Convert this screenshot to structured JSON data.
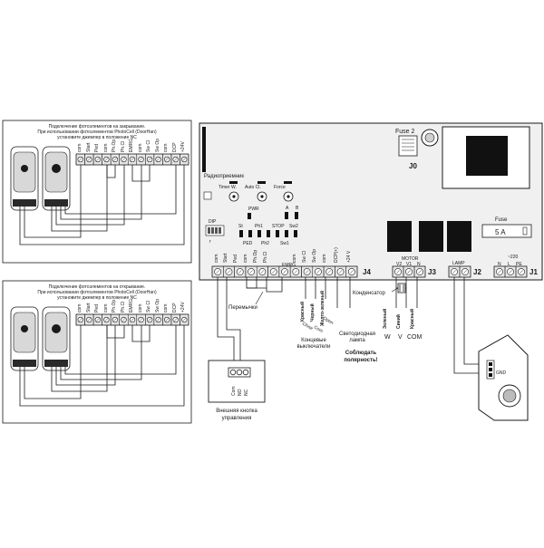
{
  "panel_closing": {
    "caption": [
      "Подключение фотоэлементов на закрывание.",
      "При использовании фотоэлементов PhotoCell (DoorHan)",
      "установите джемпер в положение NC"
    ],
    "terminals": [
      "com",
      "Start",
      "Ped",
      "com",
      "Ph.Op",
      "Ph.Cl",
      "EMRG",
      "com",
      "Sw Cl",
      "Sw Op",
      "com",
      "DCP",
      "+24V"
    ]
  },
  "panel_opening": {
    "caption": [
      "Подключение фотоэлементов на открывание.",
      "При использовании фотоэлементов PhotoCell (DoorHan)",
      "установите джемпер в положение NC"
    ],
    "terminals": [
      "com",
      "Start",
      "Ped",
      "com",
      "Ph.Op",
      "Ph.Cl",
      "EMRG",
      "com",
      "Sw Cl",
      "Sw Op",
      "com",
      "DCP",
      "+24V"
    ]
  },
  "board": {
    "fuse2_label": "Fuse 2",
    "j0_label": "J0",
    "radio_label": "Радиоприемник",
    "knobs": [
      "Timer W.",
      "Auto Cl.",
      "Force"
    ],
    "pwr_label": "PWR",
    "ab_labels": [
      "A",
      "B"
    ],
    "dip_label": "DIP",
    "dip_sub": "r",
    "led_top": [
      "St",
      "Ph1",
      "STOP",
      "Sw2"
    ],
    "led_bottom": [
      "PED",
      "Ph2",
      "Sw1"
    ],
    "fuse_label": "Fuse",
    "fuse_value": "5 A",
    "j4_terminals": [
      "com",
      "Start",
      "Ped",
      "com",
      "Ph.Op",
      "Ph.Cl",
      "EMRG",
      "com",
      "Sw Cl",
      "Sw Op",
      "com",
      "DCP(+)",
      "+24 V"
    ],
    "j4_label": "J4",
    "motor_label": "MOTOR",
    "j3_terminals": [
      "V2",
      "V1",
      "N"
    ],
    "j3_label": "J3",
    "lamp_label": "LAMP",
    "j2_label": "J2",
    "supply_label": "~220",
    "j1_terminals": [
      "N",
      "L",
      "PE"
    ],
    "j1_label": "J1"
  },
  "annotations": {
    "jumpers": "Перемычки",
    "capacitor": "Конденсатор",
    "wire_colors_switch": [
      "Красный",
      "Черный",
      "Желто-зеленый"
    ],
    "limit_wires": [
      "Close",
      "Com",
      "Open"
    ],
    "limit_switches": [
      "Концевые",
      "выключатели"
    ],
    "lamp_note": [
      "Светодиодная",
      "лампа"
    ],
    "polarity": [
      "Соблюдать",
      "полярность!"
    ],
    "motor_wire_colors": [
      "Зеленый",
      "Синий",
      "Красный"
    ],
    "motor_wire_letters": [
      "W",
      "V",
      "COM"
    ],
    "button_terminals": [
      "Com",
      "NO",
      "NC"
    ],
    "button_caption": [
      "Внешняя кнопка",
      "управления"
    ],
    "gnd_label": "GND"
  },
  "colors": {
    "line": "#1a1a1a",
    "board": "#f0f0f0",
    "dark": "#111111",
    "terminal": "#e6e6e6"
  }
}
